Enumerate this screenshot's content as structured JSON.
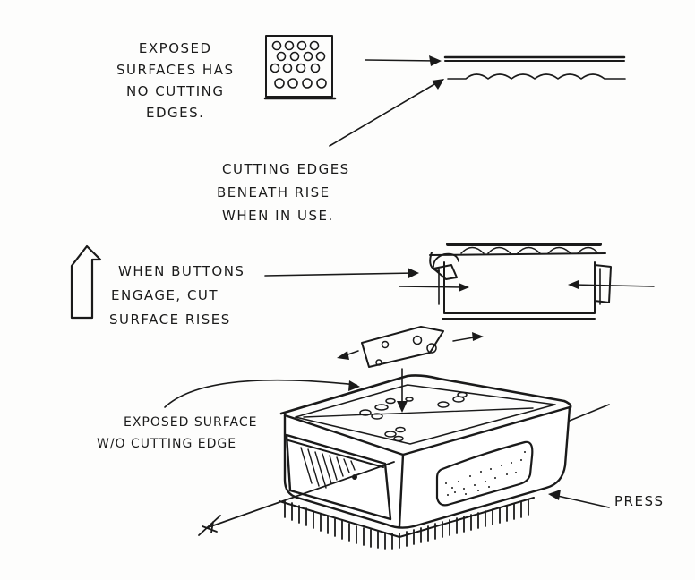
{
  "annotations": {
    "exposed_surfaces": [
      "EXPOSED",
      "SURFACES HAS",
      "NO CUTTING",
      "EDGES."
    ],
    "cutting_edges": [
      "CUTTING EDGES",
      "BENEATH RISE",
      "WHEN IN USE."
    ],
    "buttons_engage": [
      "WHEN BUTTONS",
      "ENGAGE, CUT",
      "SURFACE RISES"
    ],
    "exposed_surface_wo": [
      "EXPOSED SURFACE",
      "W/O CUTTING EDGE"
    ],
    "press": "PRESS"
  }
}
